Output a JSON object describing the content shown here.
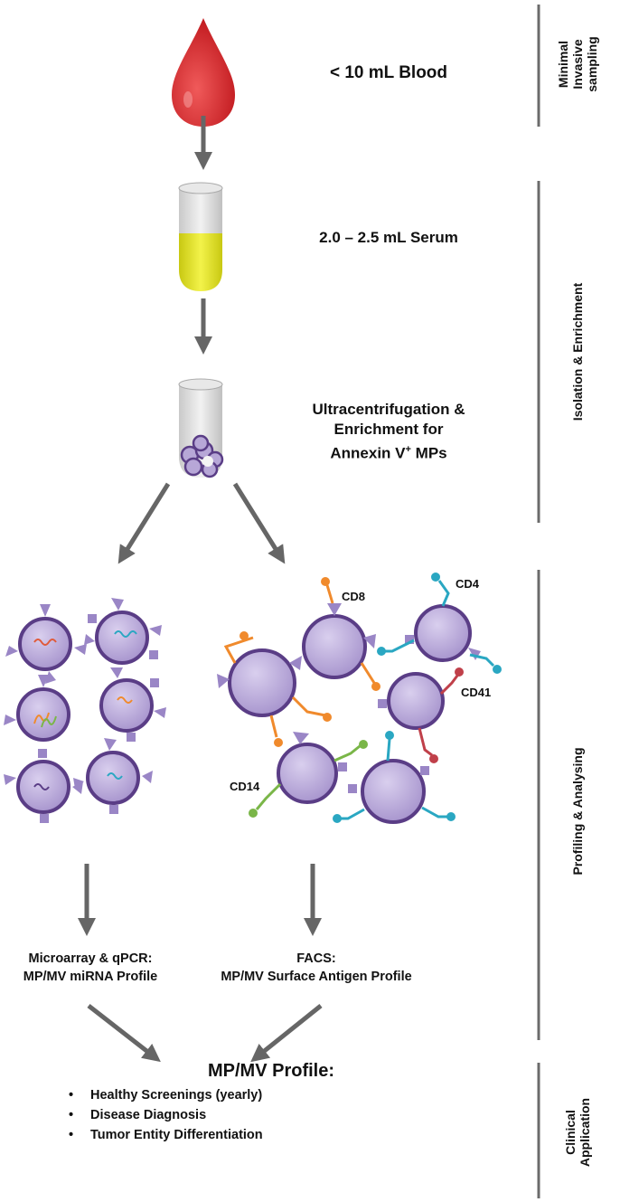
{
  "steps": {
    "blood": "< 10 mL Blood",
    "serum": "2.0 – 2.5 mL Serum",
    "ultra_line1": "Ultracentrifugation &",
    "ultra_line2": "Enrichment for",
    "ultra_line3_main": "Annexin V",
    "ultra_line3_sup": "+",
    "ultra_line3_end": " MPs"
  },
  "antigens": {
    "cd8": "CD8",
    "cd4": "CD4",
    "cd41": "CD41",
    "cd14": "CD14"
  },
  "methods": {
    "mirna_line1": "Microarray & qPCR:",
    "mirna_line2": "MP/MV miRNA Profile",
    "facs_line1": "FACS:",
    "facs_line2": "MP/MV Surface Antigen Profile"
  },
  "result": {
    "title": "MP/MV Profile:",
    "items": [
      "Healthy Screenings (yearly)",
      "Disease Diagnosis",
      "Tumor Entity Differentiation"
    ]
  },
  "phases": {
    "sampling": [
      "Minimal",
      "Invasive",
      "sampling"
    ],
    "isolation": "Isolation & Enrichment",
    "profiling": "Profiling & Analysing",
    "clinical": [
      "Clinical",
      "Application"
    ]
  },
  "colors": {
    "blood": "#d9262b",
    "serum": "#e2e21c",
    "vesicle": "#b7a7d7",
    "vesicle_rim": "#5a3d86",
    "arrow": "#666666",
    "cd8": "#f08a2c",
    "cd4": "#2aa7c2",
    "cd41": "#c0404a",
    "cd14": "#7ab648"
  }
}
